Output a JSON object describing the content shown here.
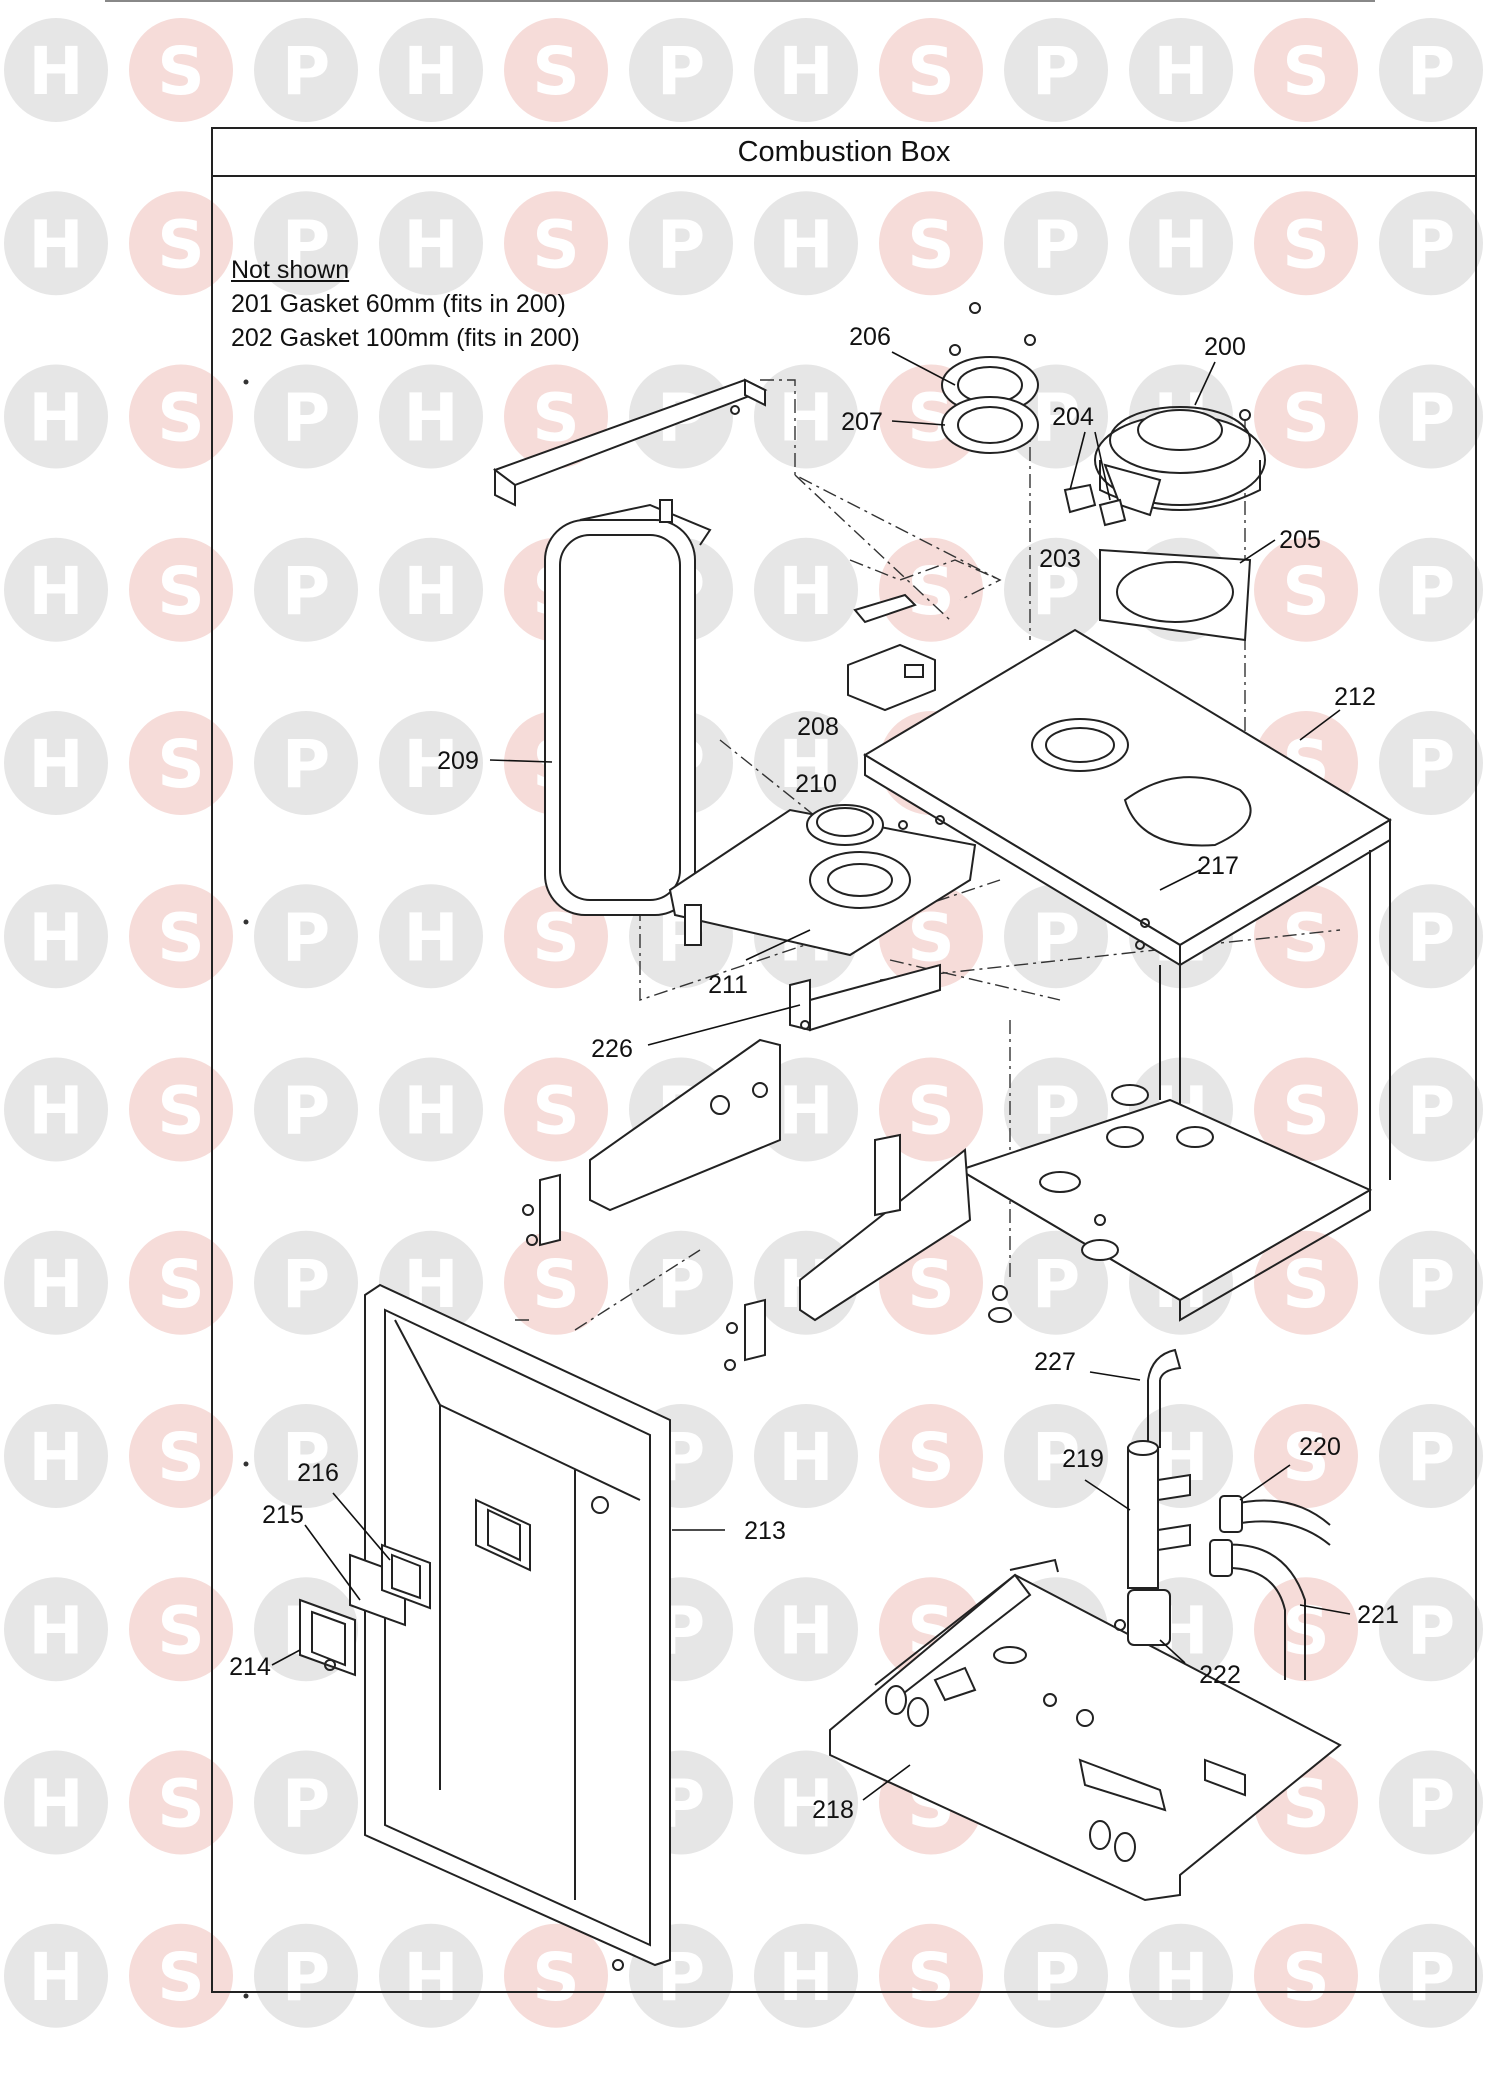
{
  "title": "Combustion Box",
  "notes": {
    "heading": "Not shown",
    "lines": [
      "201 Gasket 60mm (fits in 200)",
      "202 Gasket 100mm (fits in 200)"
    ]
  },
  "watermark": {
    "letters": [
      "H",
      "S",
      "P"
    ],
    "colors": [
      "#e6e6e6",
      "#f6dcd9"
    ],
    "text_colors": [
      "#ffffff",
      "#ffffff"
    ]
  },
  "parts": {
    "p200": "200",
    "p203": "203",
    "p204": "204",
    "p205": "205",
    "p206": "206",
    "p207": "207",
    "p208": "208",
    "p209": "209",
    "p210": "210",
    "p211": "211",
    "p212": "212",
    "p213": "213",
    "p214": "214",
    "p215": "215",
    "p216": "216",
    "p217": "217",
    "p218": "218",
    "p219": "219",
    "p220": "220",
    "p221": "221",
    "p222": "222",
    "p226": "226",
    "p227": "227"
  }
}
